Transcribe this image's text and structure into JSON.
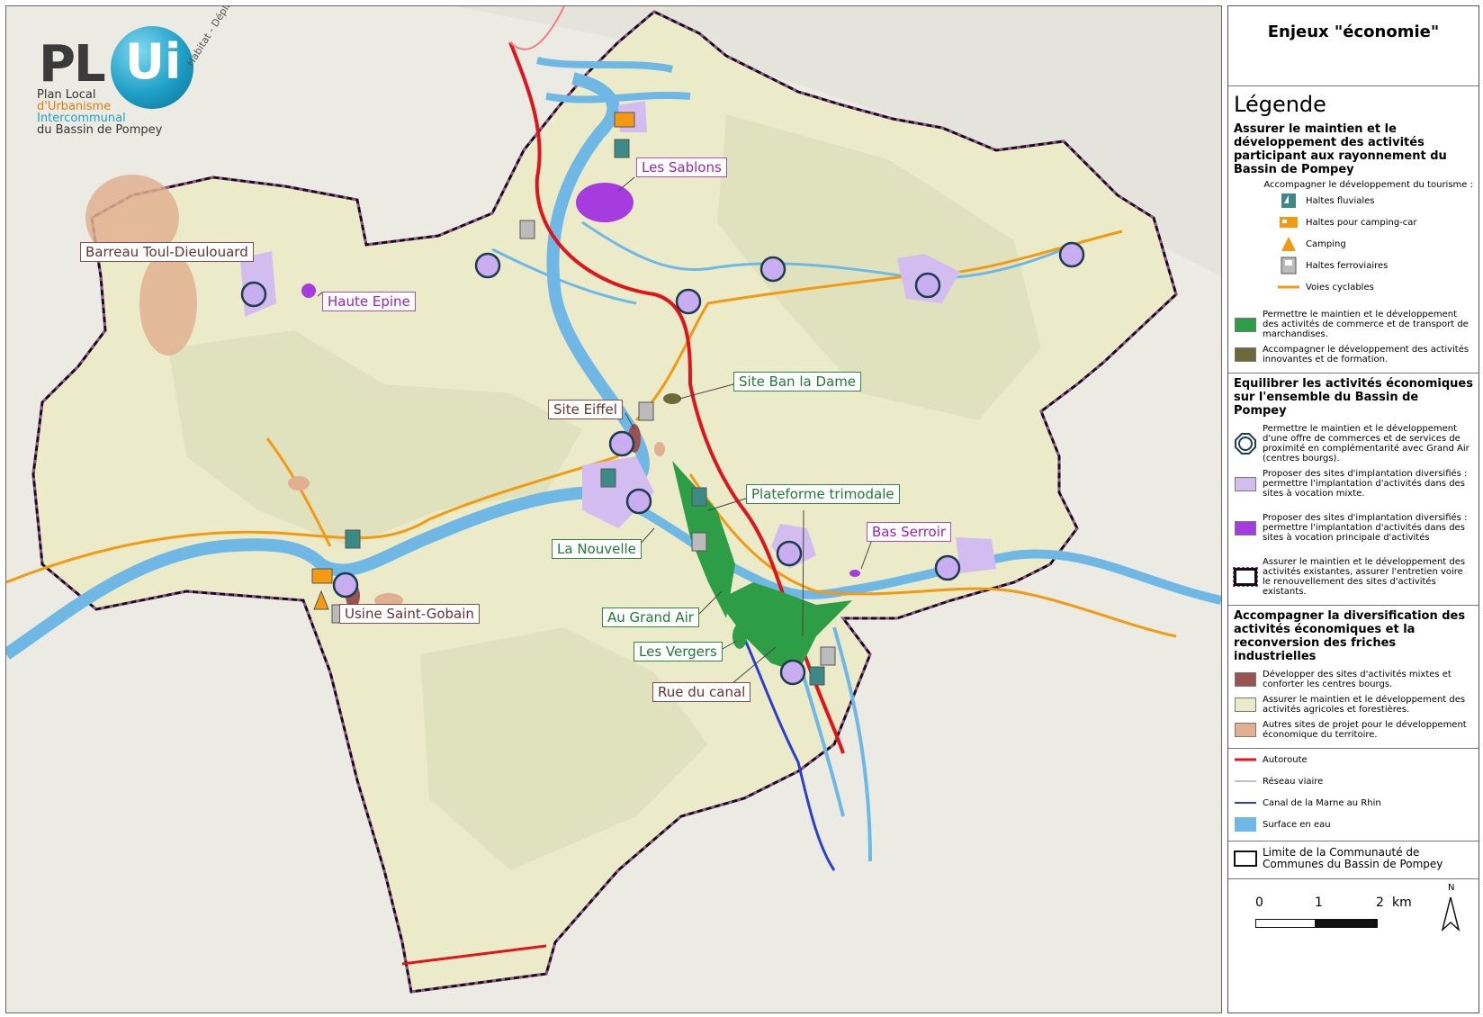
{
  "map": {
    "logo": {
      "pl": "PL",
      "ui": "Ui",
      "line1": "Plan Local",
      "line2": "d'Urbanisme",
      "line3": "Intercommunal",
      "line4": "du Bassin de Pompey",
      "side": "Habitat - Déplacements"
    },
    "labels": {
      "les_sablons": "Les Sablons",
      "barreau": "Barreau Toul-Dieulouard",
      "haute_epine": "Haute Epine",
      "site_ban_la_dame": "Site Ban la Dame",
      "site_eiffel": "Site Eiffel",
      "plateforme_trimodale": "Plateforme trimodale",
      "la_nouvelle": "La Nouvelle",
      "bas_serroir": "Bas Serroir",
      "au_grand_air": "Au Grand Air",
      "les_vergers": "Les Vergers",
      "rue_du_canal": "Rue du canal",
      "usine_saint_gobain": "Usine Saint-Gobain"
    }
  },
  "legend": {
    "title": "Enjeux \"économie\"",
    "heading": "Légende",
    "section1": "Assurer le maintien et le développement des activités participant aux rayonnement du Bassin de Pompey",
    "tourism_intro": "Accompagner le développement du tourisme :",
    "haltes_fluviales": "Haltes fluviales",
    "haltes_camping_car": "Haltes pour camping-car",
    "camping": "Camping",
    "haltes_ferroviaires": "Haltes ferroviaires",
    "voies_cyclables": "Voies cyclables",
    "commerce_transport": "Permettre le maintien et le développement des activités de commerce et de transport de marchandises.",
    "innovantes": "Accompagner le développement des activités innovantes et de formation.",
    "section2": "Equilibrer les activités économiques sur l'ensemble du Bassin de Pompey",
    "centres_bourgs": "Permettre le maintien et le développement d'une offre de commerces et de services de proximité en complémentarité avec Grand Air (centres bourgs).",
    "mixte": "Proposer des sites d'implantation diversifiés : permettre l'implantation d'activités dans des sites à vocation mixte.",
    "principale": "Proposer des sites d'implantation diversifiés : permettre l'implantation d'activités dans des sites à vocation principale d'activités",
    "existantes": "Assurer le maintien et le développement des activités existantes, assurer l'entretien voire le renouvellement des sites d'activités existants.",
    "section3": "Accompagner la diversification des activités économiques et la reconversion des friches industrielles",
    "mixtes_bourgs": "Développer des sites d'activités mixtes et conforter les centres bourgs.",
    "agricoles": "Assurer le maintien et le développement des activités agricoles et forestières.",
    "autres_sites": "Autres sites de projet pour le développement économique du territoire.",
    "autoroute": "Autoroute",
    "reseau_viaire": "Réseau viaire",
    "canal": "Canal de la Marne au Rhin",
    "surface_eau": "Surface en eau",
    "limite": "Limite de la Communauté de Communes du Bassin de Pompey",
    "scale_0": "0",
    "scale_1": "1",
    "scale_2": "2",
    "scale_unit": "km",
    "north": "N"
  },
  "colors": {
    "agricultural": "#ecebc9",
    "forest": "#e2e3c0",
    "water": "#6fb8e6",
    "autoroute": "#e0141b",
    "cycle": "#f39a12",
    "commerce_green": "#2e9e46",
    "mixed_site": "#d3bdf0",
    "activity_site": "#a63be0",
    "friche": "#9a5353",
    "project": "#e0b091",
    "boundary": "#111111",
    "boundary_dash": "#8a3a8a"
  }
}
